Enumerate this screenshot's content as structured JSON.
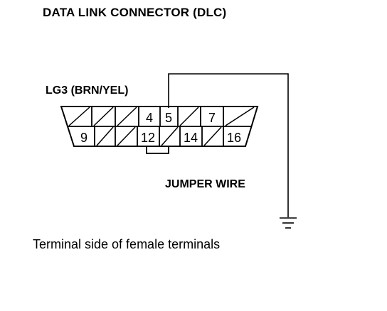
{
  "title": "DATA LINK CONNECTOR (DLC)",
  "connector_label": "LG3 (BRN/YEL)",
  "jumper_label": "JUMPER WIRE",
  "caption": "Terminal side of female terminals",
  "terminals": {
    "t4": "4",
    "t5": "5",
    "t7": "7",
    "t9": "9",
    "t12": "12",
    "t14": "14",
    "t16": "16"
  }
}
